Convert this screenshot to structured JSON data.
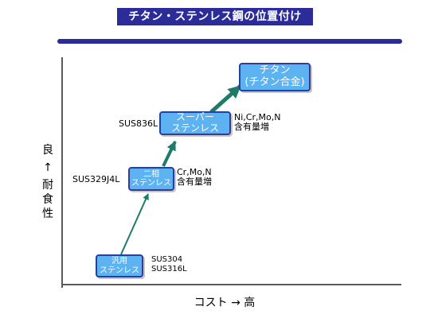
{
  "title": "チタン・ステンレス鋼の位置付け",
  "colors": {
    "title_bg": "#2b2b9a",
    "title_text": "#ffffff",
    "rule": "#2b2b9a",
    "box_fill": "#5db3f2",
    "box_border": "#2c3e9a",
    "arrow": "#1f7a6a"
  },
  "y_axis": {
    "top": "良",
    "arrow": "↑",
    "label_chars": [
      "耐",
      "食",
      "性"
    ]
  },
  "x_axis": {
    "label": "コスト → 高"
  },
  "boxes": {
    "general": {
      "lines": [
        "汎用",
        "ステンレス"
      ]
    },
    "duplex": {
      "lines": [
        "二相",
        "ステンレス"
      ]
    },
    "super": {
      "lines": [
        "スーパー",
        "ステンレス"
      ]
    },
    "titanium": {
      "lines": [
        "チタン",
        "(チタン合金)"
      ]
    }
  },
  "labels": {
    "general_grades": [
      "SUS304",
      "SUS316L"
    ],
    "duplex_grade": "SUS329J4L",
    "duplex_elements": [
      "Cr,Mo,N",
      "含有量増"
    ],
    "super_grade": "SUS836L",
    "super_elements": [
      "Ni,Cr,Mo,N",
      "含有量増"
    ]
  }
}
